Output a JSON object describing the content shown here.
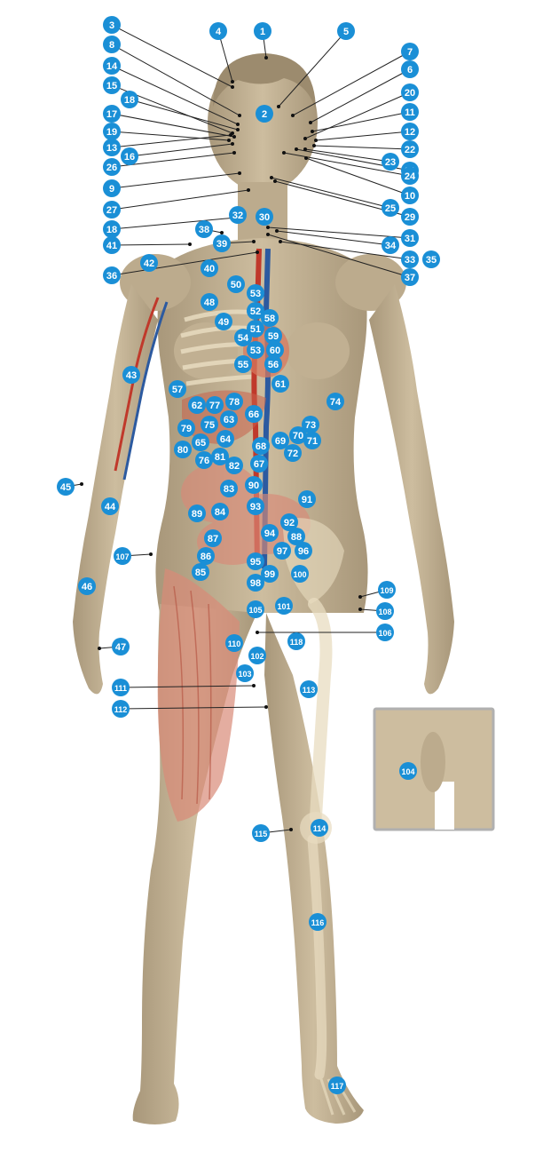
{
  "diagram": {
    "background_color": "#ffffff",
    "marker_color": "#1a8fd6",
    "marker_text_color": "#ffffff",
    "leader_color": "#222222",
    "skin_color": "#c9b89b",
    "skin_shadow_color": "#a8977a",
    "bone_color": "#e8dcc0",
    "muscle_color": "#d98a78",
    "organ_color": "#d7785e",
    "inset_border_color": "#b0b0b0"
  },
  "markers": [
    "1",
    "2",
    "3",
    "4",
    "5",
    "6",
    "7",
    "8",
    "9",
    "10",
    "11",
    "12",
    "13",
    "14",
    "15",
    "16",
    "17",
    "18",
    "18",
    "19",
    "20",
    "21",
    "22",
    "23",
    "24",
    "25",
    "26",
    "27",
    "29",
    "30",
    "31",
    "32",
    "33",
    "34",
    "35",
    "36",
    "37",
    "38",
    "39",
    "40",
    "41",
    "42",
    "43",
    "44",
    "45",
    "46",
    "47",
    "48",
    "49",
    "50",
    "51",
    "52",
    "53",
    "53",
    "54",
    "55",
    "56",
    "57",
    "58",
    "59",
    "60",
    "61",
    "62",
    "63",
    "64",
    "65",
    "66",
    "67",
    "68",
    "69",
    "70",
    "71",
    "72",
    "73",
    "74",
    "75",
    "76",
    "77",
    "78",
    "79",
    "80",
    "81",
    "82",
    "83",
    "84",
    "85",
    "86",
    "87",
    "88",
    "89",
    "90",
    "91",
    "92",
    "93",
    "94",
    "95",
    "96",
    "97",
    "98",
    "99",
    "100",
    "101",
    "102",
    "103",
    "104",
    "105",
    "106",
    "107",
    "108",
    "109",
    "110",
    "111",
    "112",
    "113",
    "114",
    "115",
    "116",
    "117",
    "118"
  ]
}
